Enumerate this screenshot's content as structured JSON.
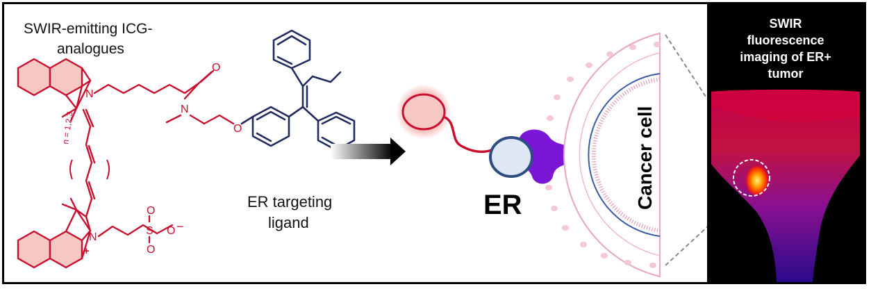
{
  "left": {
    "title_line1": "SWIR-emitting ICG-",
    "title_line2": "analogues",
    "atom_N_top": "N",
    "atom_N_bottom": "N",
    "atom_plus": "+",
    "atom_O_carbonyl": "O",
    "atom_N_amide": "N",
    "atom_O_ether": "O",
    "atom_S": "S",
    "atom_O_s1": "O",
    "atom_O_s2": "O",
    "atom_O_s3": "O",
    "atom_minus": "−",
    "repeat_label": "n = 1,2,3"
  },
  "ligand": {
    "label_line1": "ER targeting",
    "label_line2": "ligand"
  },
  "cell": {
    "er_label": "ER",
    "cancer_label": "Cancer cell"
  },
  "panel": {
    "line1": "SWIR",
    "line2": "fluorescence",
    "line3": "imaging of ER+",
    "line4": "tumor"
  },
  "colors": {
    "dye_red": "#c8102e",
    "ring_fill": "#f7c7c4",
    "ligand_navy": "#1f2a60",
    "receptor_purple": "#7b16d6",
    "cell_pink": "#f3c6d8",
    "membrane_blue": "#3b5aa8",
    "panel_black": "#000000"
  }
}
